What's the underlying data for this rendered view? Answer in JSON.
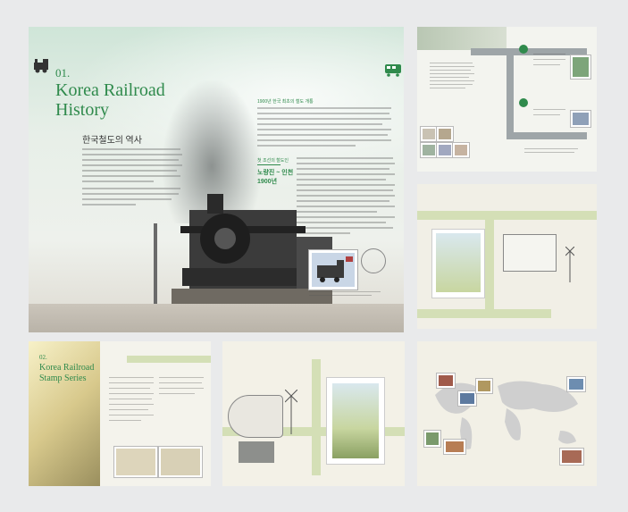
{
  "main": {
    "number": "01.",
    "title_line1": "Korea Railroad",
    "title_line2": "History",
    "subtitle": "한국철도의 역사",
    "timeline_heading": "1900년 한국 최초의 철도 개통",
    "milestone_label": "첫 조선의 철도인",
    "milestone_value": "노량진 ~ 인천",
    "milestone_value_2": "1900년"
  },
  "spread2": {
    "title_line1": "Korea Railroad",
    "title_line2": "Stamp Series",
    "number": "02."
  },
  "colors": {
    "accent": "#2f8a4c",
    "rail": "#d4dfb6",
    "background": "#e9eaeb"
  }
}
